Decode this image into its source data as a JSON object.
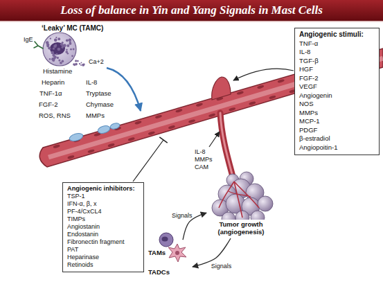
{
  "diagram": {
    "title": "Loss of balance in Yin and Yang Signals in Mast Cells",
    "nodes": [
      {
        "text": [
          "‘Leaky’ MC (TAMC)"
        ]
      },
      {
        "text": [
          "Angiogenic stimuli:",
          "TNF-α",
          "IL-8",
          "TGF-β",
          "HGF",
          "FGF-2",
          "VEGF",
          "Angiogenin",
          "NOS",
          "MMPs",
          "MCP-1",
          "PDGF",
          "β-estradiol",
          "Angiopoitin-1"
        ]
      },
      {
        "text": [
          "Angiogenic inhibitors:",
          "TSP-1",
          "IFN-α, β, x",
          "PF-4/CxCL4",
          "TIMPs",
          "Angiostanin",
          "Endostanin",
          "Fibronectin fragment",
          "PAT",
          "Heparinase",
          "Retinoids"
        ]
      },
      {
        "text": [
          "Tumor growth (angiogenesis)"
        ]
      },
      {
        "text": [
          "TAMs"
        ]
      },
      {
        "text": [
          "TADCs"
        ]
      }
    ],
    "edges": [
      {
        "from": 4,
        "to": 3,
        "label": "Signals",
        "arrow": "to"
      },
      {
        "from": 3,
        "to": 5,
        "label": "Signals",
        "arrow": "to"
      }
    ],
    "labels": [
      "IgE",
      "Histamine",
      "Ca+2",
      "Heparin",
      "IL-8",
      "TNF-1α",
      "Tryptase",
      "FGF-2",
      "Chymase",
      "ROS, RNS",
      "MMPs",
      "IL-8",
      "MMPs",
      "CAM"
    ]
  }
}
